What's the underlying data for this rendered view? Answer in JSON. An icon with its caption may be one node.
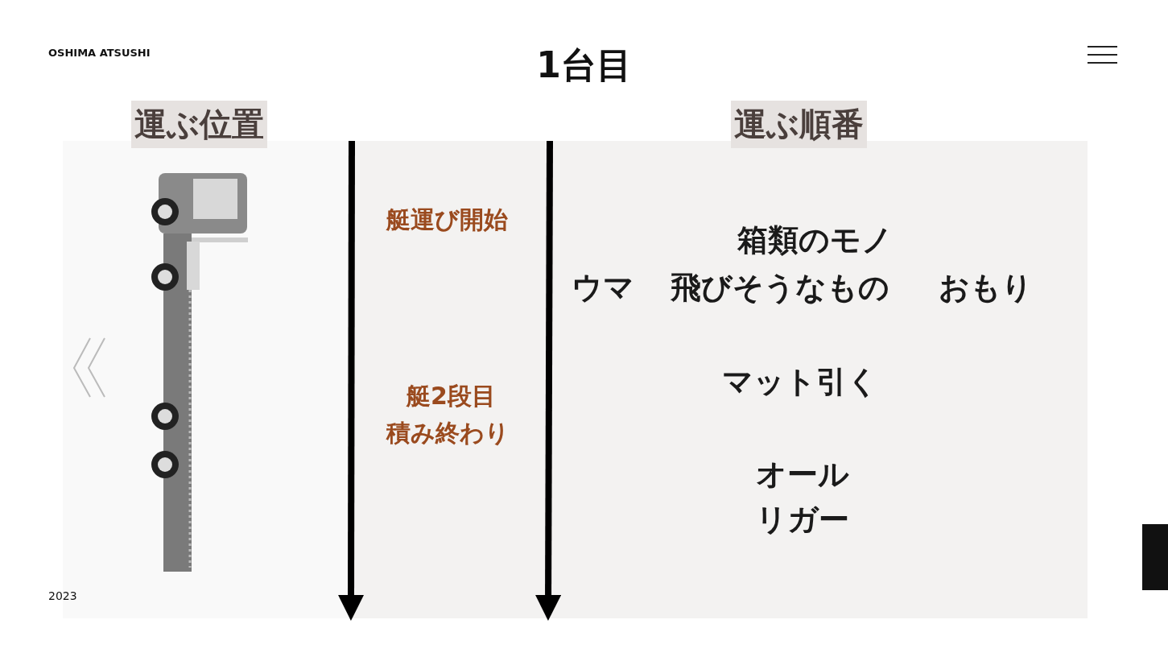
{
  "diagram": {
    "title": "1台目",
    "nodes": [
      {
        "text": [],
        "shape": "bar"
      }
    ],
    "labels": [
      "OSHIMA ATSUSHI",
      "運ぶ位置",
      "運ぶ順番",
      "艇運び開始",
      "箱類のモノ",
      "ウマ",
      "飛びそうなもの",
      "おもり",
      "艇2段目",
      "積み終わり",
      "マット引く",
      "オール",
      "リガー",
      "2023"
    ]
  }
}
